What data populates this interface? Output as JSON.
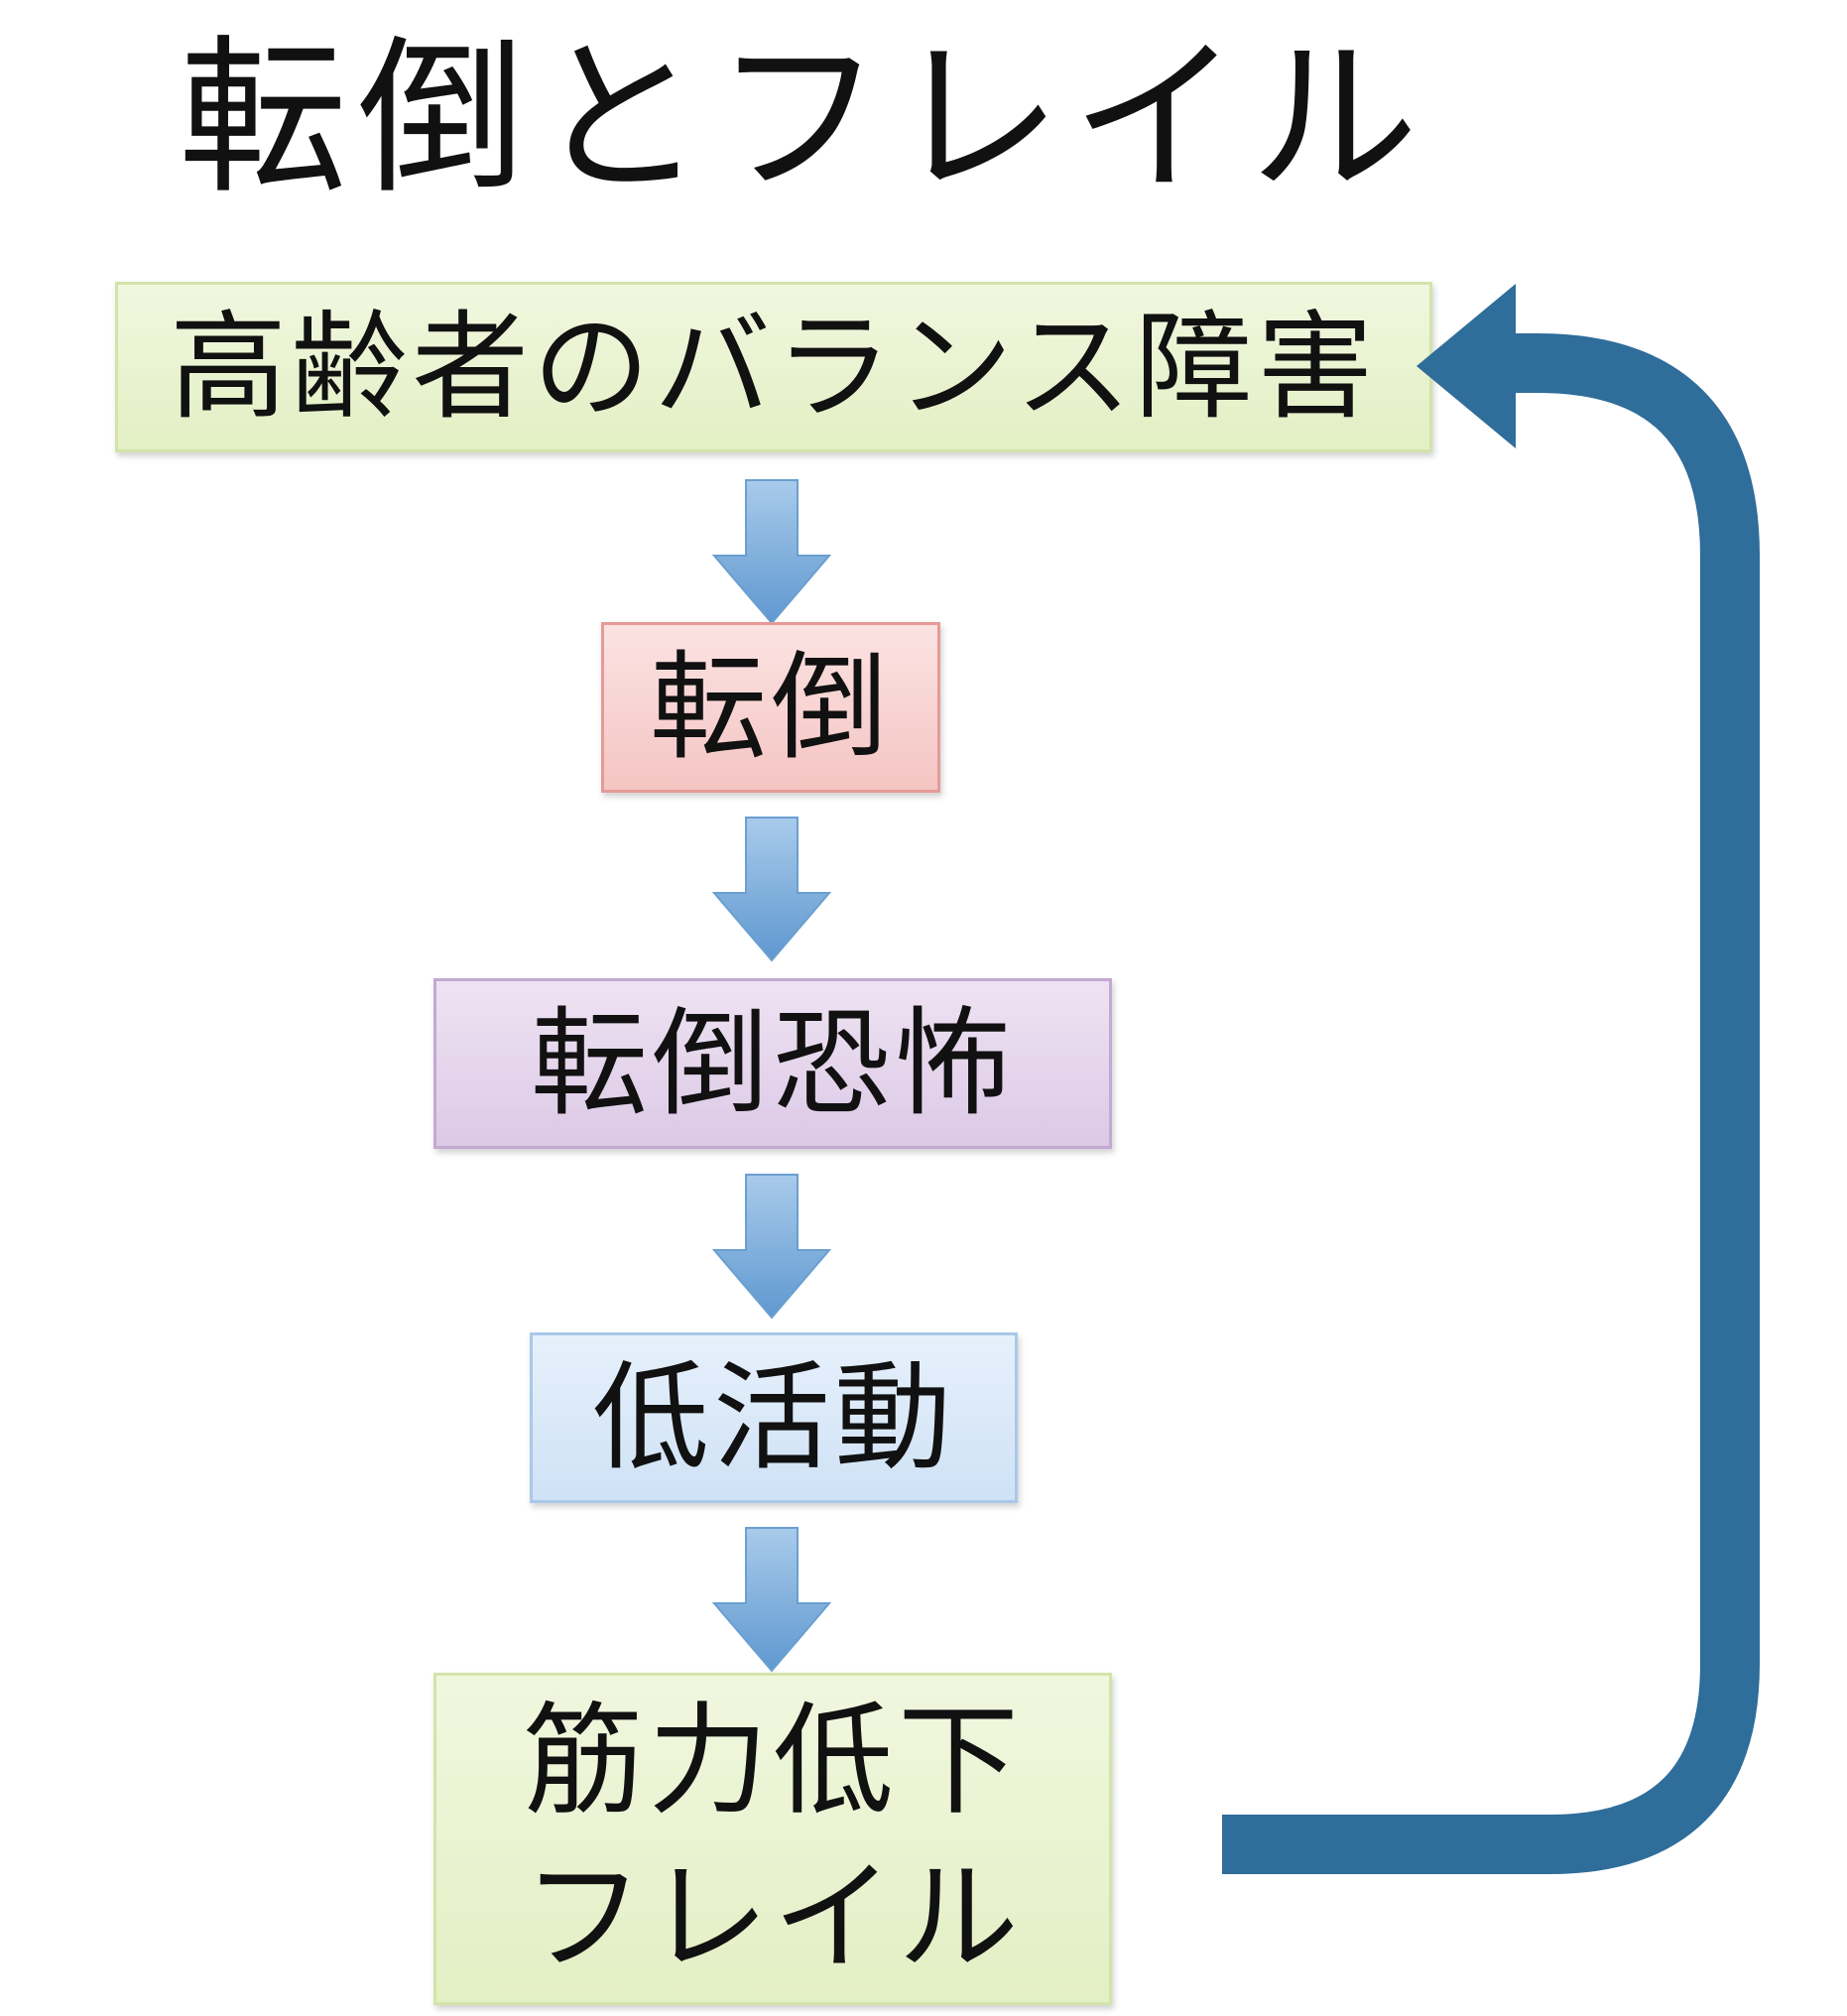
{
  "title": "転倒とフレイル",
  "boxes": {
    "balance": "高齢者のバランス障害",
    "fall": "転倒",
    "fear": "転倒恐怖",
    "low_activity": "低活動",
    "weakness_line1": "筋力低下",
    "weakness_line2": "フレイル"
  },
  "colors": {
    "loop_arrow": "#2f6d9a",
    "down_arrow": "#7fb0dd",
    "green_box": "#e3efc4",
    "red_box": "#f4c5c3",
    "purple_box": "#dcc9e6",
    "blue_box": "#cfe2f6"
  }
}
